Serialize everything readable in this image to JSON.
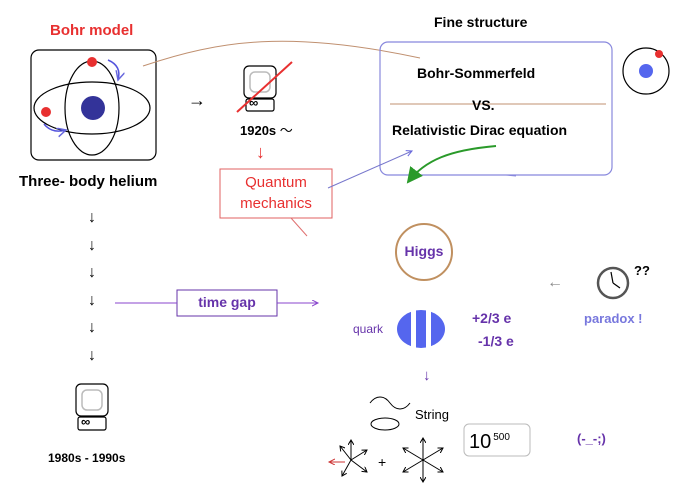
{
  "bohr": {
    "title": "Bohr model",
    "caption": "Three- body helium"
  },
  "computer_1920": {
    "label": "1920s",
    "tilde": "～",
    "symbol": "∞"
  },
  "quantum": {
    "line1": "Quantum",
    "line2": "mechanics"
  },
  "fine": {
    "title": "Fine structure",
    "line1": "Bohr-Sommerfeld",
    "vs": "VS.",
    "line2": "Relativistic Dirac equation"
  },
  "gap": {
    "label": "time  gap",
    "arrows": [
      "↓",
      "↓",
      "↓",
      "↓",
      "↓",
      "↓"
    ],
    "arrow_right": "→",
    "arrow_down_red": "↓"
  },
  "computer_1980": {
    "label": "1980s - 1990s",
    "symbol": "∞"
  },
  "higgs": {
    "label": "Higgs"
  },
  "quark": {
    "label": "quark",
    "charge_up": "+2/3 e",
    "charge_down": "-1/3 e",
    "arrow_down": "↓"
  },
  "paradox": {
    "label": "paradox !",
    "question": "??",
    "arrow_left": "←"
  },
  "string": {
    "label": "String",
    "plus": "+",
    "landscape_base": "10",
    "landscape_exp": "500",
    "face": "(-_-;)"
  },
  "colors": {
    "red": "#e83030",
    "blue": "#5555dd",
    "purple": "#6633aa",
    "brown": "#c09070",
    "green": "#2a9a2a",
    "nucleus": "#333399"
  }
}
